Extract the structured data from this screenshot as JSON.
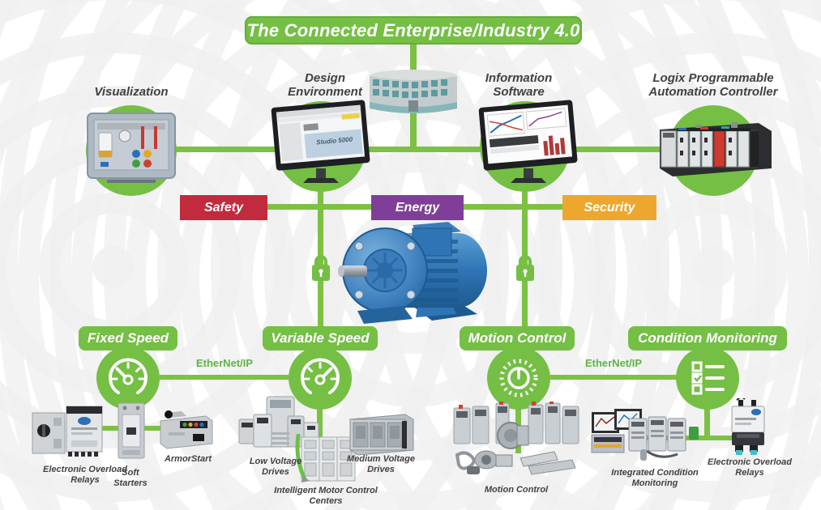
{
  "title": "The Connected Enterprise/Industry 4.0",
  "colors": {
    "green": "#74bf44",
    "line_green": "#7cc142",
    "safety_red": "#c22b3e",
    "energy_purple": "#7f3f98",
    "security_amber": "#eda72e",
    "label_gray": "#414042",
    "ethernet_green": "#5cb544",
    "motor_blue": "#2f74b5"
  },
  "top_nodes": [
    {
      "label": "Visualization",
      "icon": "hmi-panel-image"
    },
    {
      "label": "Design Environment",
      "icon": "monitor-image",
      "screen_text": "Studio 5000"
    },
    {
      "label": "Information Software",
      "icon": "monitor-image"
    },
    {
      "label": "Logix Programmable Automation Controller",
      "icon": "controller-rack-image"
    }
  ],
  "building": {
    "icon": "headquarters-building-image"
  },
  "middle_banners": [
    {
      "label": "Safety",
      "color": "#c22b3e"
    },
    {
      "label": "Energy",
      "color": "#7f3f98"
    },
    {
      "label": "Security",
      "color": "#eda72e"
    }
  ],
  "locks": [
    {
      "icon": "lock-icon"
    },
    {
      "icon": "lock-icon"
    }
  ],
  "motor": {
    "icon": "electric-motor-image"
  },
  "ethernet": {
    "left_label": "EtherNet/IP",
    "right_label": "EtherNet/IP"
  },
  "bottom_nodes": [
    {
      "label": "Fixed Speed",
      "icon": "gauge-low-icon"
    },
    {
      "label": "Variable Speed",
      "icon": "gauge-high-icon"
    },
    {
      "label": "Motion Control",
      "icon": "knob-icon"
    },
    {
      "label": "Condition Monitoring",
      "icon": "checklist-icon"
    }
  ],
  "products": {
    "fixed_speed": [
      {
        "label": "Electronic Overload Relays"
      },
      {
        "label": "Soft Starters"
      },
      {
        "label": "ArmorStart"
      }
    ],
    "variable_speed": [
      {
        "label": "Low Voltage Drives"
      },
      {
        "label": "Intelligent Motor Control Centers"
      },
      {
        "label": "Medium Voltage Drives"
      }
    ],
    "motion_control": [
      {
        "label": "Motion Control"
      }
    ],
    "condition_monitoring": [
      {
        "label": "Integrated Condition Monitoring"
      },
      {
        "label": "Electronic Overload Relays"
      }
    ]
  }
}
